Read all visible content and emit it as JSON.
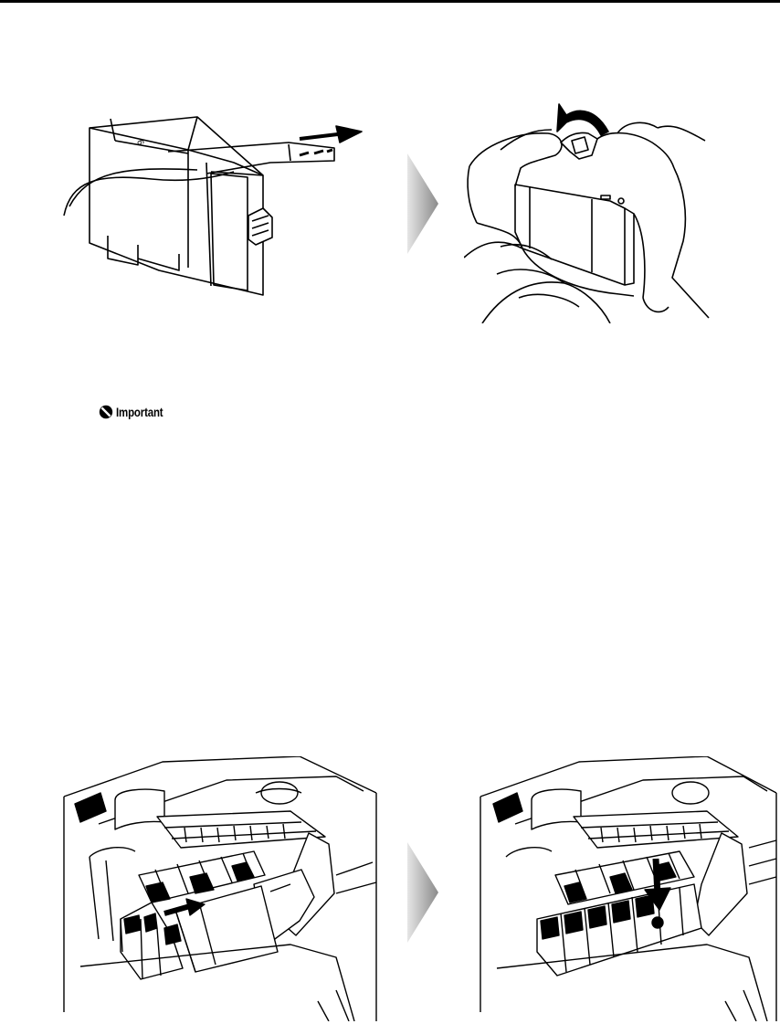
{
  "notice": {
    "icon": "prohibited-icon",
    "label": "Important"
  },
  "figures": [
    {
      "name": "cartridge-tape-removal",
      "description_icon": "ink-cartridge"
    },
    {
      "name": "protective-cap-removal",
      "description_icon": "hands-twisting-cap"
    },
    {
      "name": "cartridge-insert",
      "description_icon": "print-head-holder"
    },
    {
      "name": "cartridge-press-down",
      "description_icon": "print-head-holder"
    }
  ],
  "colors": {
    "line": "#000000",
    "background": "#ffffff",
    "arrow_light": "#e6e6e6",
    "arrow_dark": "#8a8a8a"
  }
}
